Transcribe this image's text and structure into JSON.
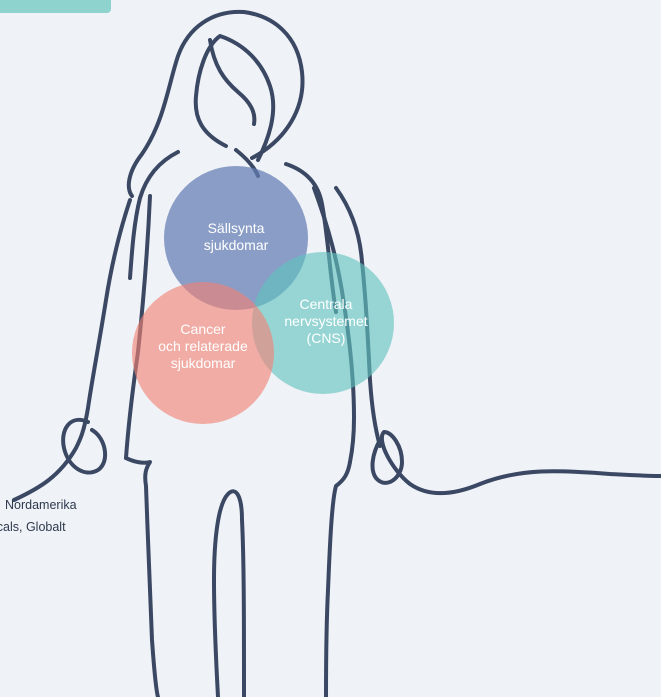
{
  "colors": {
    "background": "#eff2f7",
    "accent_tab": "#8fd3ce",
    "outline": "#3b4863",
    "rare": "#637cb3",
    "cns": "#5fc4be",
    "cancer": "#f28172"
  },
  "circles": {
    "rare": "Sällsynta\nsjukdomar",
    "cns": "Centrala\nnervsystemet\n(CNS)",
    "cancer": "Cancer\noch relaterade\nsjukdomar"
  },
  "side_text": {
    "line1": "Nordamerika",
    "line2": "icals, Globalt"
  }
}
